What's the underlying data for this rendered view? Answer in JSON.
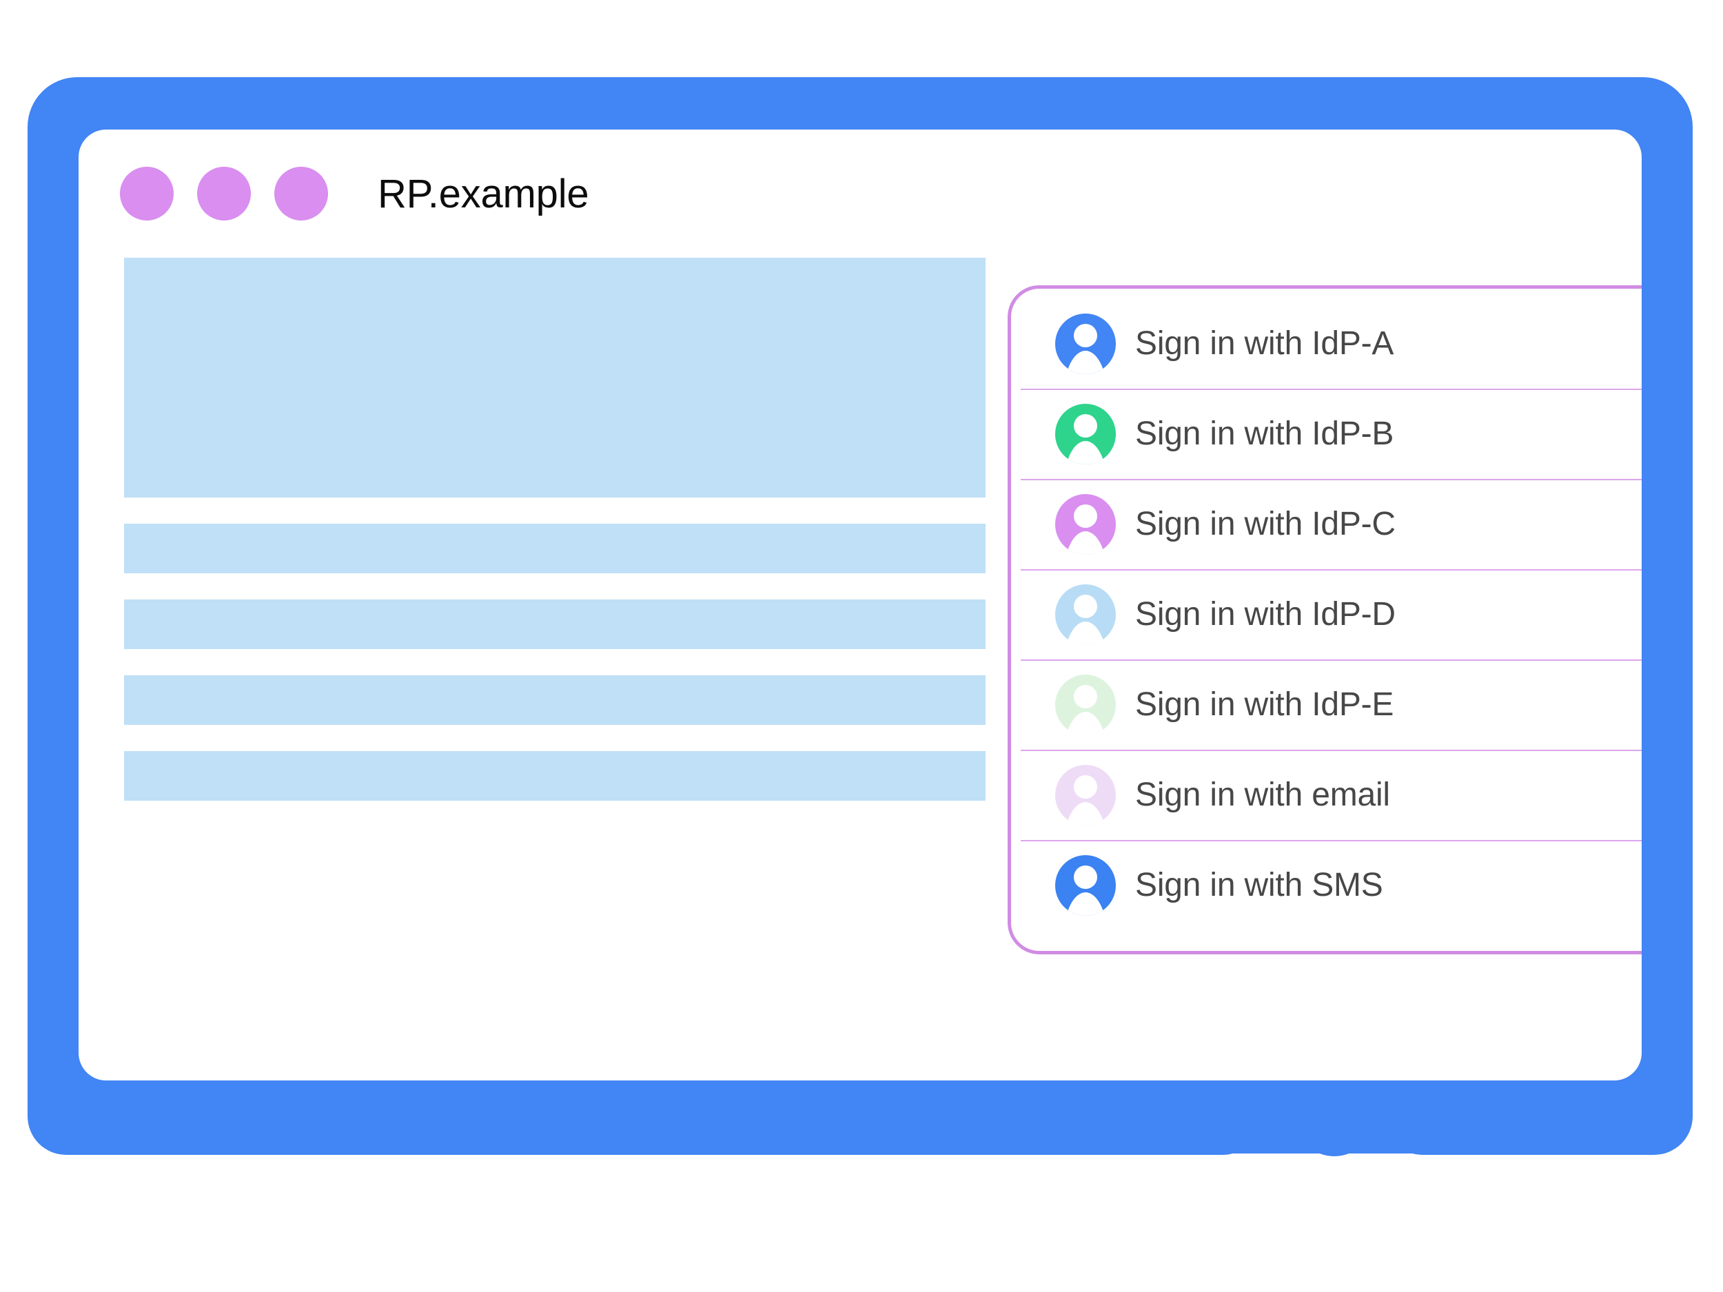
{
  "window": {
    "title": "RP.example",
    "dots": [
      "window-dot-1",
      "window-dot-2",
      "window-dot-3"
    ]
  },
  "colors": {
    "frame_blue": "#4285f4",
    "dot_purple": "#d98ef0",
    "placeholder_blue": "#bfe0f6",
    "panel_border": "#d08ce4",
    "divider": "#dca6ec",
    "label_text": "#474747",
    "title_text": "#0d0d0d"
  },
  "content_placeholders": [
    {
      "name": "hero-block",
      "kind": "hero"
    },
    {
      "name": "text-bar-1",
      "kind": "bar"
    },
    {
      "name": "text-bar-2",
      "kind": "bar"
    },
    {
      "name": "text-bar-3",
      "kind": "bar"
    },
    {
      "name": "text-bar-4",
      "kind": "bar"
    }
  ],
  "signin_panel": {
    "items": [
      {
        "label": "Sign in with IdP-A",
        "avatar_color": "#4285f4",
        "icon": "account-avatar-icon"
      },
      {
        "label": "Sign in with IdP-B",
        "avatar_color": "#2ed38c",
        "icon": "account-avatar-icon"
      },
      {
        "label": "Sign in with IdP-C",
        "avatar_color": "#d98ef0",
        "icon": "account-avatar-icon"
      },
      {
        "label": "Sign in with IdP-D",
        "avatar_color": "#b8dcf5",
        "icon": "account-avatar-icon"
      },
      {
        "label": "Sign in with IdP-E",
        "avatar_color": "#ddf3de",
        "icon": "account-avatar-icon"
      },
      {
        "label": "Sign in with email",
        "avatar_color": "#eedcf6",
        "icon": "account-avatar-icon"
      },
      {
        "label": "Sign in with SMS",
        "avatar_color": "#3b82f2",
        "icon": "account-avatar-icon"
      }
    ]
  },
  "device": {
    "home_button": "home-button"
  }
}
